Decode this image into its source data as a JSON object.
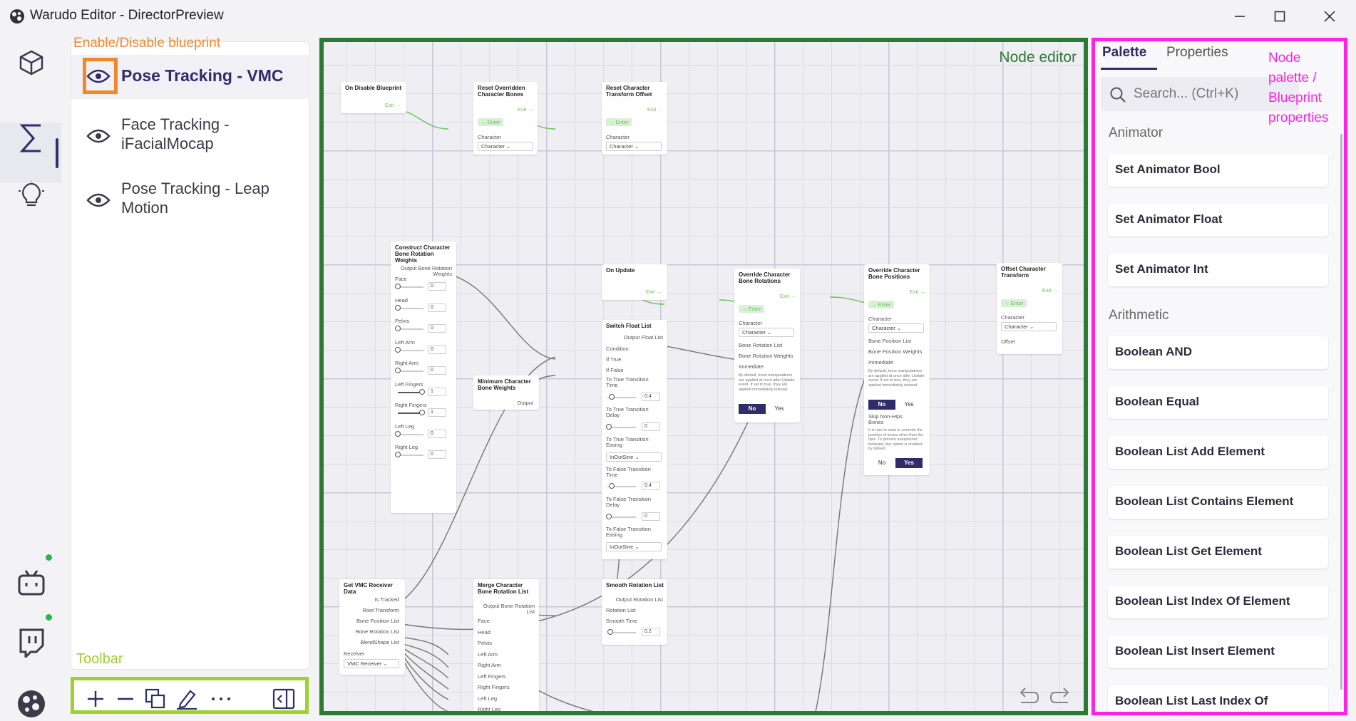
{
  "window": {
    "title": "Warudo Editor - DirectorPreview"
  },
  "rail": {
    "items": [
      "cube-icon",
      "blueprint-sigma-icon",
      "lightbulb-icon",
      "bilibili-icon",
      "twitch-icon",
      "warudo-settings-icon"
    ]
  },
  "blueprints": {
    "items": [
      {
        "label": "Pose Tracking - VMC",
        "active": true
      },
      {
        "label": "Face Tracking - iFacialMocap",
        "active": false
      },
      {
        "label": "Pose Tracking - Leap Motion",
        "active": false
      }
    ]
  },
  "annotations": {
    "enable_disable": "Enable/Disable blueprint",
    "toolbar": "Toolbar",
    "node_editor": "Node editor",
    "right_panel_lines": [
      "Node",
      "palette /",
      "Blueprint",
      "properties"
    ]
  },
  "colors": {
    "accent": "#302c6a",
    "annotation_orange": "#f2872a",
    "annotation_green": "#2e7a34",
    "annotation_lime": "#9ed030",
    "annotation_magenta": "#ff22e6",
    "flow_green": "#6fbf5e"
  },
  "nodes": {
    "on_disable": {
      "title": "On Disable Blueprint",
      "exit": "Exit"
    },
    "reset_bones": {
      "title": "Reset Overridden Character Bones",
      "enter": "Enter",
      "exit": "Exit",
      "character": "Character",
      "character_value": "Character"
    },
    "reset_transform": {
      "title": "Reset Character Transform Offset",
      "enter": "Enter",
      "exit": "Exit",
      "character": "Character",
      "character_value": "Character"
    },
    "construct": {
      "title": "Construct Character Bone Rotation Weights",
      "output": "Output Bone Rotation Weights",
      "rows": [
        {
          "label": "Face",
          "value": "0"
        },
        {
          "label": "Head",
          "value": "0"
        },
        {
          "label": "Pelvis",
          "value": "0"
        },
        {
          "label": "Left Arm",
          "value": "0"
        },
        {
          "label": "Right Arm",
          "value": "0"
        },
        {
          "label": "Left Fingers",
          "value": "1"
        },
        {
          "label": "Right Fingers",
          "value": "1"
        },
        {
          "label": "Left Leg",
          "value": "0"
        },
        {
          "label": "Right Leg",
          "value": "0"
        }
      ]
    },
    "minimum": {
      "title": "Minimum Character Bone Weights",
      "output": "Output"
    },
    "on_update": {
      "title": "On Update",
      "exit": "Exit"
    },
    "switch": {
      "title": "Switch Float List",
      "output": "Output Float List",
      "condition": "Condition",
      "if_true": "If True",
      "if_false": "If False",
      "true_time": "To True Transition Time",
      "true_time_value": "0.4",
      "true_delay": "To True Transition Delay",
      "true_delay_value": "0",
      "true_easing": "To True Transition Easing",
      "true_easing_value": "InOutSine",
      "false_time": "To False Transition Time",
      "false_time_value": "0.4",
      "false_delay": "To False Transition Delay",
      "false_delay_value": "0",
      "false_easing": "To False Transition Easing",
      "false_easing_value": "InOutSine"
    },
    "override_rot": {
      "title": "Override Character Bone Rotations",
      "enter": "Enter",
      "exit": "Exit",
      "character": "Character",
      "character_value": "Character",
      "bone_list": "Bone Rotation List",
      "bone_weights": "Bone Rotation Weights",
      "immediate": "Immediate",
      "desc": "By default, bone manipulations are applied at once after Update event. If set to true, they are applied immediately instead.",
      "no": "No",
      "yes": "Yes"
    },
    "override_pos": {
      "title": "Override Character Bone Positions",
      "enter": "Enter",
      "exit": "Exit",
      "character": "Character",
      "character_value": "Character",
      "bone_list": "Bone Position List",
      "bone_weights": "Bone Position Weights",
      "immediate": "Immediate",
      "desc": "By default, bone manipulations are applied at once after Update event. If set to true, they are applied immediately instead.",
      "no": "No",
      "yes": "Yes",
      "skip": "Skip Non-Hips Bones",
      "skip_desc": "It is rare to want to override the position of bones other than the hips. To prevent unexpected behavior, this option is enabled by default.",
      "no2": "No",
      "yes2": "Yes"
    },
    "offset": {
      "title": "Offset Character Transform",
      "enter": "Enter",
      "exit": "Exit",
      "character": "Character",
      "character_value": "Character",
      "offset": "Offset"
    },
    "vmc": {
      "title": "Get VMC Receiver Data",
      "is_tracked": "Is Tracked",
      "root": "Root Transform",
      "pos_list": "Bone Position List",
      "rot_list": "Bone Rotation List",
      "blendshape": "BlendShape List",
      "receiver": "Receiver",
      "receiver_value": "VMC Receiver"
    },
    "merge": {
      "title": "Merge Character Bone Rotation List",
      "output": "Output Bone Rotation List",
      "rows": [
        "Face",
        "Head",
        "Pelvis",
        "Left Arm",
        "Right Arm",
        "Left Fingers",
        "Right Fingers",
        "Left Leg",
        "Right Leg"
      ]
    },
    "smooth": {
      "title": "Smooth Rotation List",
      "output": "Output Rotation List",
      "rotation_list": "Rotation List",
      "smooth_time": "Smooth Time",
      "smooth_value": "0.2"
    }
  },
  "palette": {
    "tabs": [
      "Palette",
      "Properties"
    ],
    "search_placeholder": "Search... (Ctrl+K)",
    "categories": [
      {
        "name": "Animator",
        "items": [
          "Set Animator Bool",
          "Set Animator Float",
          "Set Animator Int"
        ]
      },
      {
        "name": "Arithmetic",
        "items": [
          "Boolean AND",
          "Boolean Equal",
          "Boolean List Add Element",
          "Boolean List Contains Element",
          "Boolean List Get Element",
          "Boolean List Index Of Element",
          "Boolean List Insert Element",
          "Boolean List Last Index Of"
        ]
      }
    ]
  }
}
